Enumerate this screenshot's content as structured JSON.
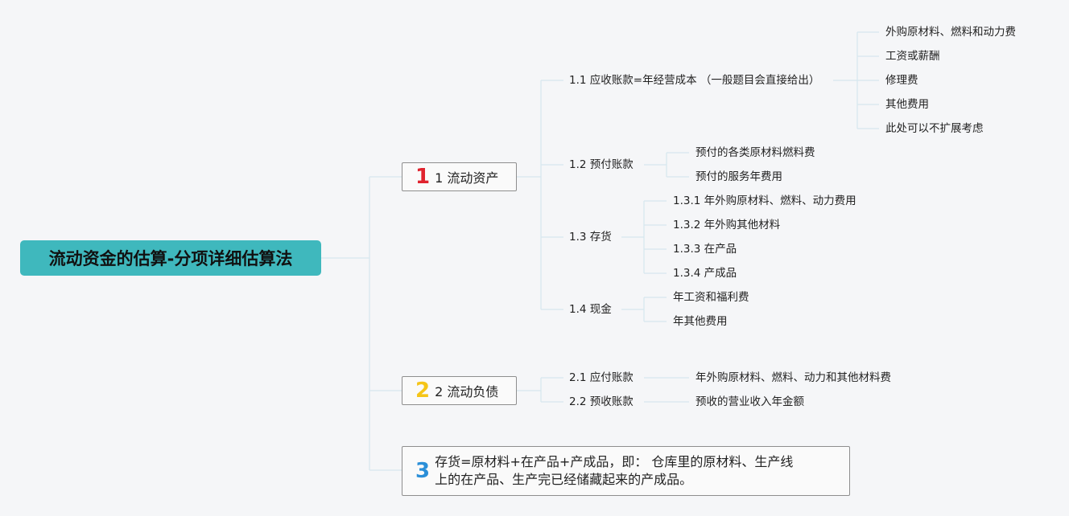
{
  "root": "流动资金的估算-分项详细估算法",
  "branch1": {
    "num": "1",
    "color": "#e0232e",
    "title": "1 流动资产",
    "items": {
      "a": {
        "label": "1.1 应收账款=年经营成本 （一般题目会直接给出）",
        "children": [
          "外购原材料、燃料和动力费",
          "工资或薪酬",
          "修理费",
          "其他费用",
          "此处可以不扩展考虑"
        ]
      },
      "b": {
        "label": "1.2 预付账款",
        "children": [
          "预付的各类原材料燃料费",
          "预付的服务年费用"
        ]
      },
      "c": {
        "label": "1.3 存货",
        "children": [
          "1.3.1 年外购原材料、燃料、动力费用",
          "1.3.2 年外购其他材料",
          "1.3.3 在产品",
          "1.3.4 产成品"
        ]
      },
      "d": {
        "label": "1.4 现金",
        "children": [
          "年工资和福利费",
          "年其他费用"
        ]
      }
    }
  },
  "branch2": {
    "num": "2",
    "color": "#f5c518",
    "title": "2 流动负债",
    "items": {
      "a": {
        "label": "2.1 应付账款",
        "children": [
          "年外购原材料、燃料、动力和其他材料费"
        ]
      },
      "b": {
        "label": "2.2 预收账款",
        "children": [
          "预收的营业收入年金额"
        ]
      }
    }
  },
  "branch3": {
    "num": "3",
    "color": "#2b8fd8",
    "line1": "存货=原材料+在产品+产成品，即： 仓库里的原材料、生产线",
    "line2": "上的在产品、生产完已经储藏起来的产成品。"
  }
}
